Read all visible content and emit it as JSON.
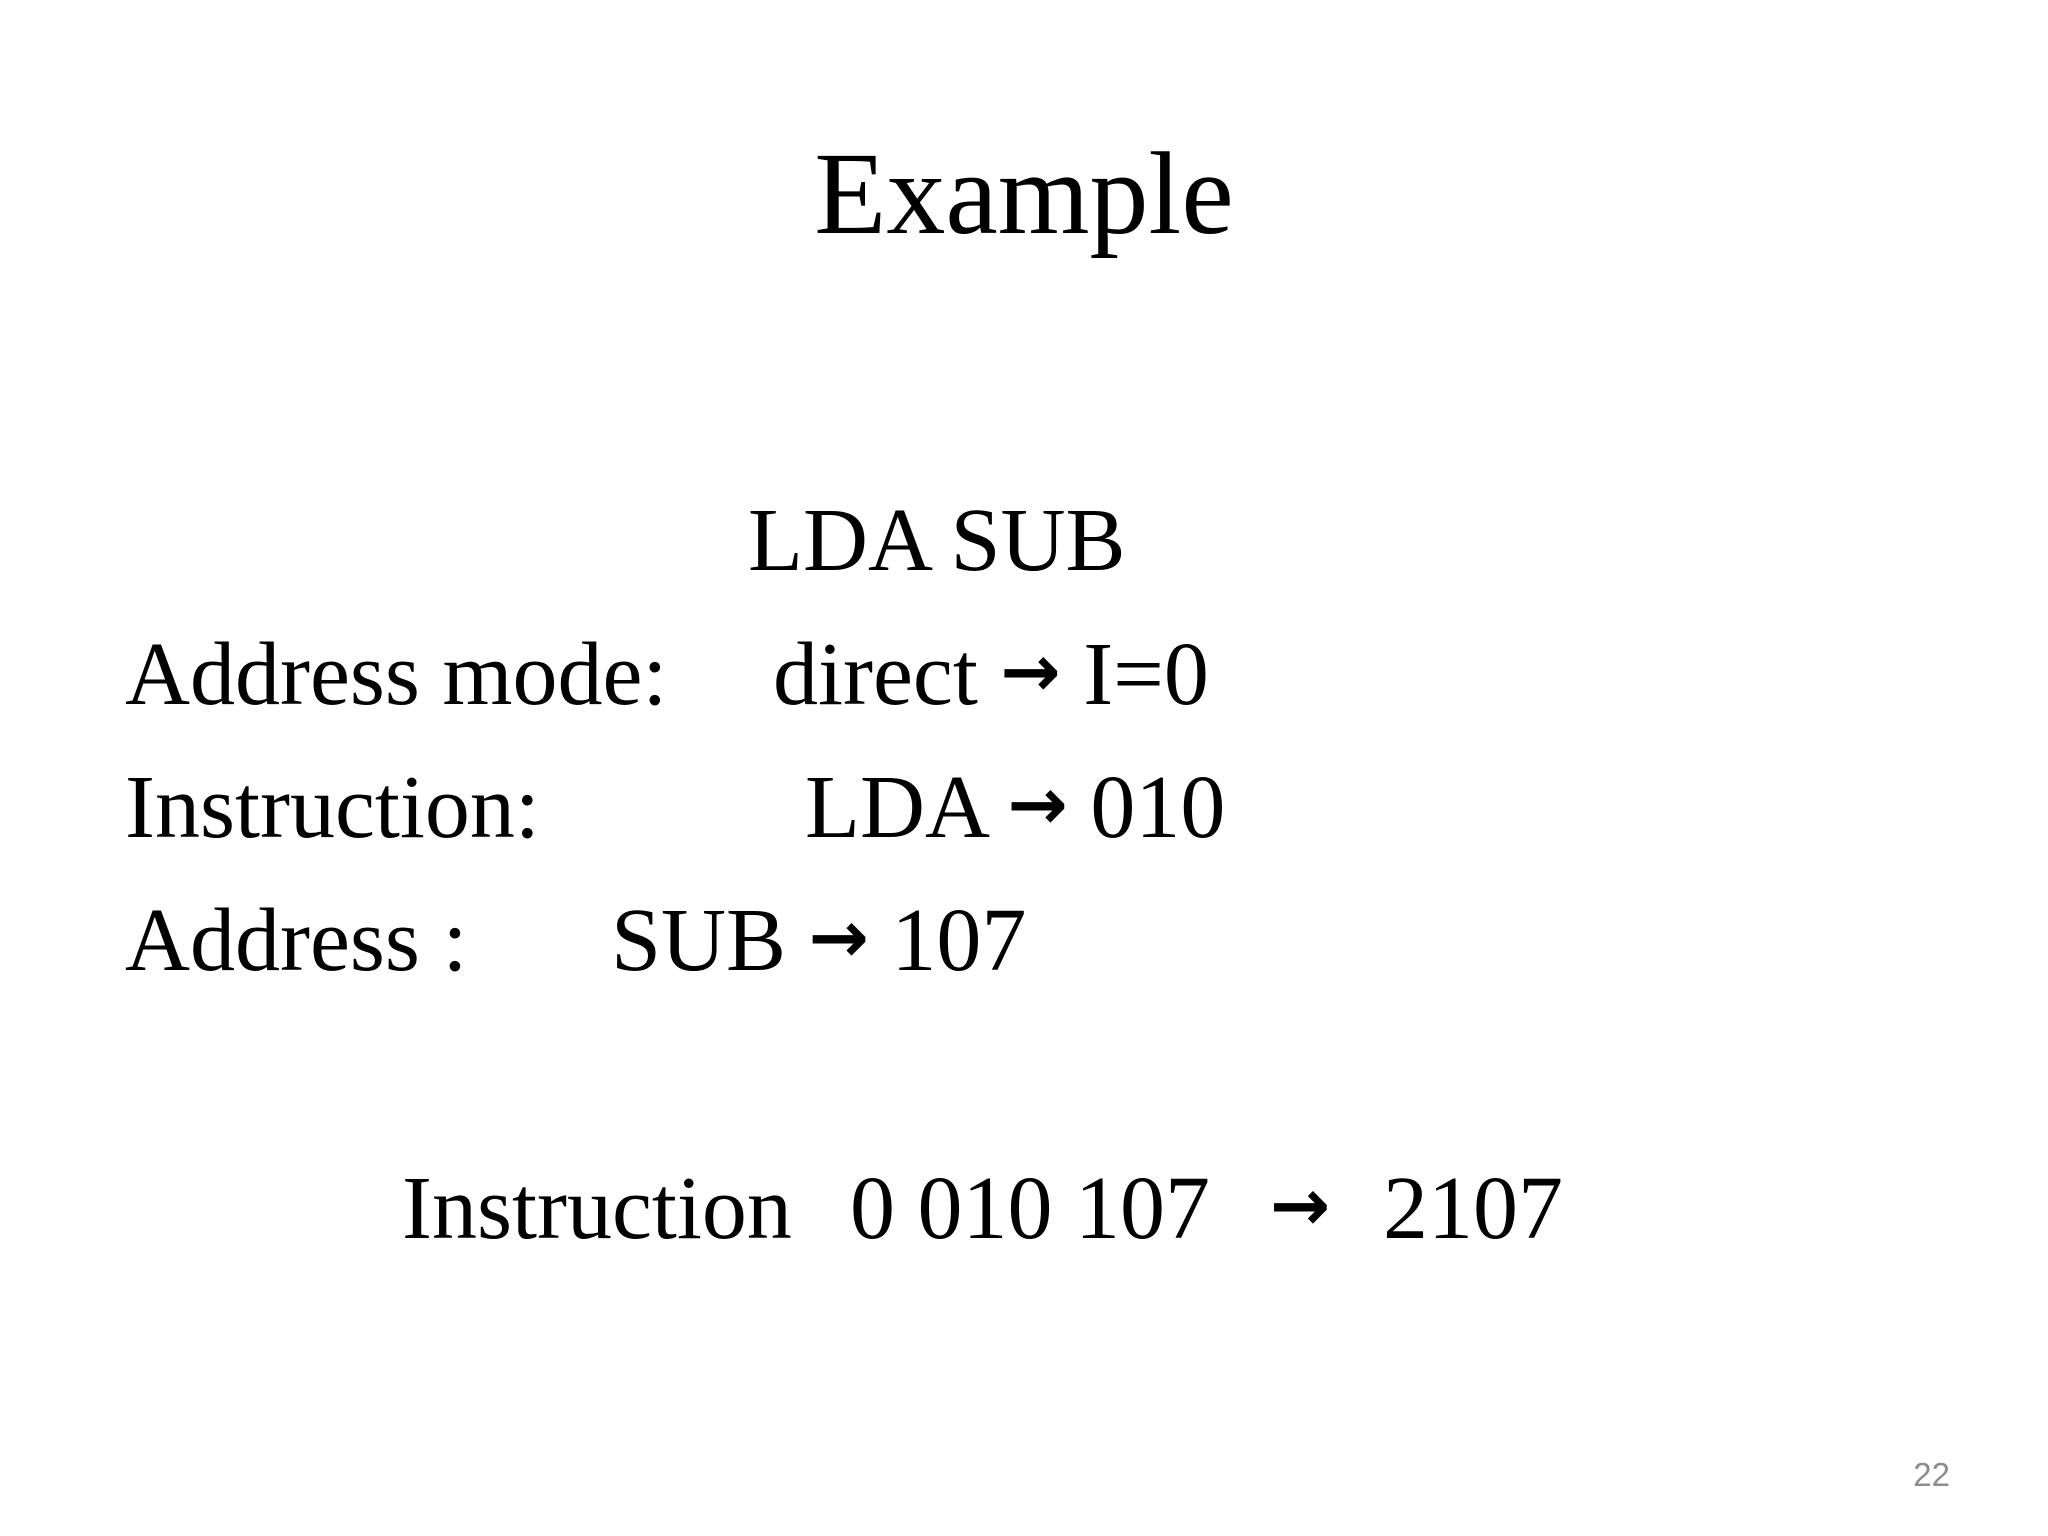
{
  "slide": {
    "title": "Example",
    "subtitle": "LDA SUB",
    "rows": [
      {
        "label": "Address mode:",
        "value_before": "direct ",
        "arrow": "→",
        "value_after": " I=0"
      },
      {
        "label": "Instruction:",
        "value_before": "LDA ",
        "arrow": "→",
        "value_after": " 010"
      },
      {
        "label": "Address :",
        "value_before": "SUB ",
        "arrow": "→",
        "value_after": " 107"
      }
    ],
    "summary": {
      "label": "Instruction",
      "bits": "0 010 107",
      "arrow": "→",
      "hex": "2107"
    },
    "page_number": "22"
  },
  "icons": {
    "arrow": "right-arrow-icon"
  }
}
